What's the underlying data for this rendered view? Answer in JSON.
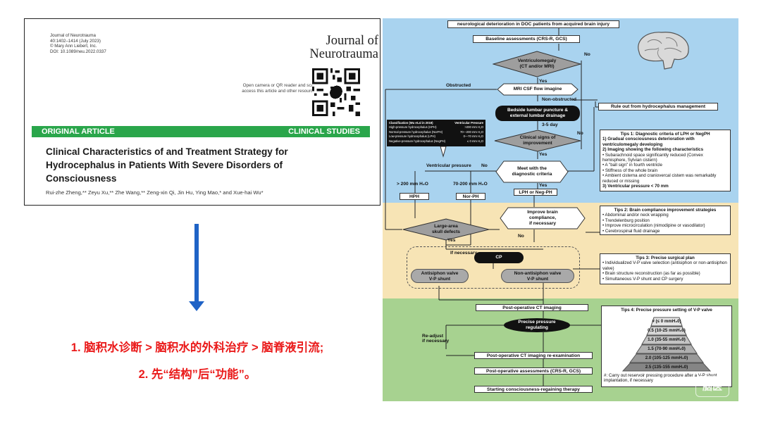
{
  "paper": {
    "meta": [
      "Journal of Neurotrauma",
      "40:1402–1414 (July 2023)",
      "© Mary Ann Liebert, Inc.",
      "DOI: 10.1089/neu.2022.0337"
    ],
    "logo_line1": "Journal of",
    "logo_line2": "Neurotrauma",
    "qr_note": "Open camera or QR reader and scan code to access this article and other resources online.",
    "band_left": "ORIGINAL ARTICLE",
    "band_right": "CLINICAL STUDIES",
    "title": "Clinical Characteristics of and Treatment Strategy for Hydrocephalus in Patients With Severe Disorders of Consciousness",
    "authors": "Rui-zhe Zheng,** Zeyu Xu,** Zhe Wang,** Zeng-xin Qi, Jin Hu, Ying Mao,* and Xue-hai Wu*"
  },
  "summary": {
    "line1": "1. 脑积水诊断 > 脑积水的外科治疗 > 脑脊液引流;",
    "line2": "2. 先“结构”后“功能”。"
  },
  "flow": {
    "top": "neurological deterioration in DOC patients from acquired brain injury",
    "baseline": "Baseline  assessments (CRS-R, GCS)",
    "ventriculomegaly": [
      "Ventriculomegaly",
      "(CT and/or MRI)"
    ],
    "no": "No",
    "yes": "Yes",
    "obstructed": "Obstructed",
    "mri_csf": "MRI CSF flow imagine",
    "non_obstructed": "Non-obstructed",
    "bedside": [
      "Bedside lumbar puncture &",
      "external lumbar drainage"
    ],
    "rule_out": "Rule out from hydrocephalus management",
    "days": "3-5 day",
    "clinical_signs": [
      "Clinical signs of",
      "improvement"
    ],
    "classification": {
      "header_left": "Classification (Wu et.al in 2019)",
      "header_right": "Ventricular Pressure",
      "rows": [
        [
          "High-pressure hydrocephalus (HPH)",
          ">200 mm H₂O"
        ],
        [
          "Normal-pressure hydrocephalus (NorPH)",
          "70—200 mm H₂O"
        ],
        [
          "Low-pressure hydrocephalus (LPH)",
          "0—70 mm H₂O"
        ],
        [
          "Negative-pressure hydrocephalus (NegPH)",
          "≤ 0 mm H₂O"
        ]
      ]
    },
    "ventricular_pressure": "Ventricular pressure",
    "meet": [
      "Meet with the",
      "diagnostic criteria"
    ],
    "gt200": "> 200 mm H₂O",
    "range70": "70-200 mm H₂O",
    "hph": "HPH",
    "norph": "Nor-PH",
    "lph": "LPH or Neg-PH",
    "improve": [
      "Improve brain",
      "compliance,",
      "if necessary"
    ],
    "large_area": [
      "Large-area",
      "skull defects"
    ],
    "if_necessary": "If necessary",
    "cp": "CP",
    "antisiphon": [
      "Antisiphon valve",
      "V-P shunt"
    ],
    "non_antisiphon": [
      "Non-antisiphon valve",
      "V-P shunt"
    ],
    "postop_ct": "Post-operative CT imaging",
    "precise_pressure": [
      "Precise pressure",
      "regulating"
    ],
    "readjust": [
      "Re-adjust",
      "if necessary"
    ],
    "reexam": "Post-operative CT imaging re-examination",
    "postop_assess": "Post-operative assessments (CRS-R, GCS)",
    "start_therapy": "Starting consciousness-regaining therapy",
    "tip1": {
      "title": "Tips 1: Diagnostic criteria of LPH or NegPH",
      "lines": [
        "1) Gradual consciousness deterioration with ventriculomegaly developing",
        "2) Imaging showing the following characteristics",
        "• Subarachnoid space significantly reduced (Convex hemisphere, Sylvian cistern)",
        "• A \"ball sign\" in fourth ventricle",
        "• Stiffness of the whole brain",
        "• Ambient cisterna and craniovercal cistem was remarkably reduced or missing",
        "3) Ventricular pressure < 70 mm"
      ]
    },
    "tip2": {
      "title": "Tips 2: Brain compliance improvement strategies",
      "lines": [
        "• Abdominal and/or neck wrapping",
        "• Trendelenburg position",
        "• Improve microcirculation (nimodipine or vasodilator)",
        "• Cerebrospinal fluid drainage"
      ]
    },
    "tip3": {
      "title": "Tips 3: Precise surgical plan",
      "lines": [
        "• Individualized V-P valve selection (antisiphon or non-antisiphon valve)",
        "• Brain structure reconstruction (as far as possible)",
        "• Simultaneous V-P shunt and CP surgery"
      ]
    },
    "tip4": {
      "title": "Tips 4: Precise pressure setting of V-P valve",
      "levels": [
        "# (≤ 0 mmH₂0)",
        "0.5 (10-25 mmH₂0)",
        "1.0 (35-55 mmH₂0)",
        "1.5 (70-90 mmH₂0)",
        "2.0 (105-125 mmH₂0)",
        "2.5 (135-155 mmH₂0)"
      ],
      "note": "#: Carry out reservoir pressing procedure after a V-P shunt implantation, if necessary"
    },
    "colors": {
      "blue_zone": "#a9d3ef",
      "yellow_zone": "#f7e4b5",
      "green_zone": "#a7d290",
      "green_band": "#2aa64b",
      "arrow": "#1f63c6",
      "summary_red": "#ea1b1b"
    }
  },
  "watermark": "脑医"
}
